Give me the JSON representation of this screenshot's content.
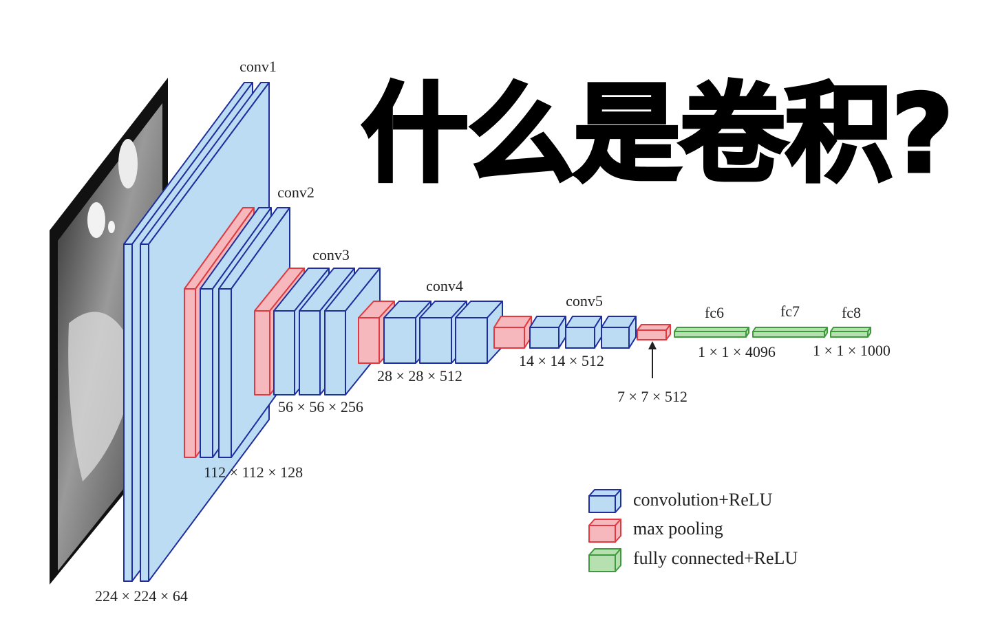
{
  "heading": "什么是卷积?",
  "layers": [
    {
      "label": "conv1",
      "dims": "224 × 224 × 64"
    },
    {
      "label": "conv2",
      "dims": "112 × 112 × 128"
    },
    {
      "label": "conv3",
      "dims": "56 × 56 × 256"
    },
    {
      "label": "conv4",
      "dims": "28 × 28 × 512"
    },
    {
      "label": "conv5",
      "dims": "14 × 14 × 512"
    },
    {
      "label": "",
      "dims": "7 × 7 × 512"
    },
    {
      "label": "fc6",
      "dims": "1 × 1 × 4096"
    },
    {
      "label": "fc7",
      "dims": ""
    },
    {
      "label": "fc8",
      "dims": "1 × 1 × 1000"
    }
  ],
  "legend": [
    {
      "label": "convolution+ReLU",
      "fill": "#bcdcf4",
      "stroke": "#1e2e9c"
    },
    {
      "label": "max pooling",
      "fill": "#f6b8bc",
      "stroke": "#e0393f"
    },
    {
      "label": "fully connected+ReLU",
      "fill": "#b6e0b0",
      "stroke": "#3e9a3c"
    }
  ],
  "colors": {
    "conv_fill": "#bcdcf4",
    "conv_stroke": "#1e2e9c",
    "pool_fill": "#f6b8bc",
    "pool_stroke": "#e0393f",
    "fc_fill": "#b6e0b0",
    "fc_stroke": "#3e9a3c"
  }
}
